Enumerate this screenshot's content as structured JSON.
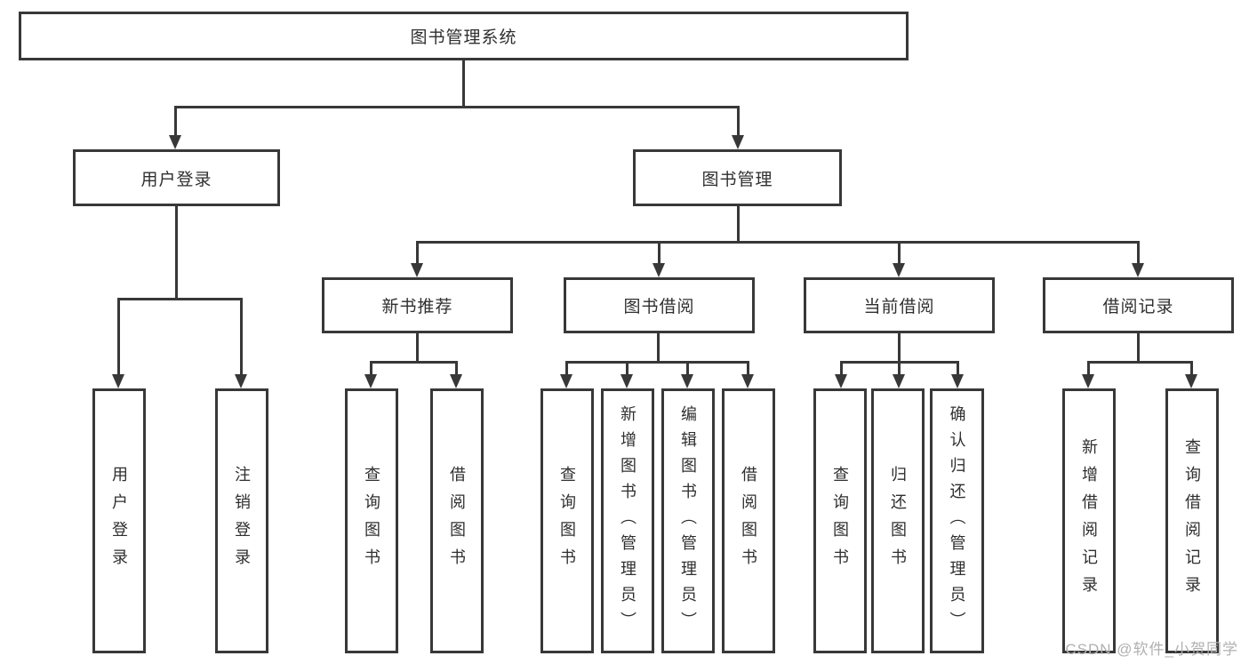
{
  "diagram_title": "图书管理系统",
  "nodes": {
    "root": "图书管理系统",
    "user_login": "用户登录",
    "book_mgmt": "图书管理",
    "new_book_rec": "新书推荐",
    "book_borrow": "图书借阅",
    "current_borrow": "当前借阅",
    "borrow_record": "借阅记录",
    "ul_user_login": "用户登录",
    "ul_logout": "注销登录",
    "nb_query_book": "查询图书",
    "nb_borrow_book": "借阅图书",
    "bb_query_book": "查询图书",
    "bb_add_book": "新增图书（管理员）",
    "bb_edit_book": "编辑图书（管理员）",
    "bb_borrow_book": "借阅图书",
    "cb_query_book": "查询图书",
    "cb_return_book": "归还图书",
    "cb_confirm_return": "确认归还（管理员）",
    "br_add_record": "新增借阅记录",
    "br_query_record": "查询借阅记录"
  },
  "watermark": "CSDN @软件_小贺同学",
  "colors": {
    "line": "#383838",
    "text": "#2f2f2f",
    "watermark": "#b0b0b0",
    "background": "#ffffff"
  }
}
